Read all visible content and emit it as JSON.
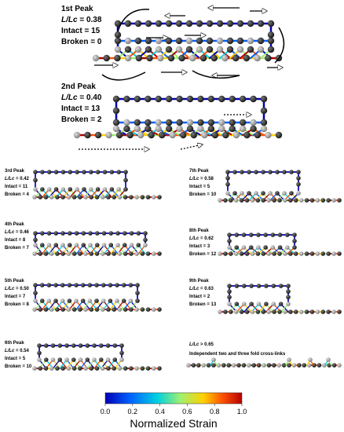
{
  "panels": [
    {
      "id": "p1",
      "title": "1st Peak",
      "ratio_label": "L/Lc",
      "ratio": "0.38",
      "intact": "15",
      "broken": "0"
    },
    {
      "id": "p2",
      "title": "2nd Peak",
      "ratio_label": "L/Lc",
      "ratio": "0.40",
      "intact": "13",
      "broken": "2"
    },
    {
      "id": "p3",
      "title": "3rd Peak",
      "ratio_label": "L/Lc",
      "ratio": "0.42",
      "intact": "11",
      "broken": "4"
    },
    {
      "id": "p4",
      "title": "4th Peak",
      "ratio_label": "L/Lc",
      "ratio": "0.46",
      "intact": "8",
      "broken": "7"
    },
    {
      "id": "p5",
      "title": "5th Peak",
      "ratio_label": "L/Lc",
      "ratio": "0.50",
      "intact": "7",
      "broken": "8"
    },
    {
      "id": "p6",
      "title": "6th Peak",
      "ratio_label": "L/Lc",
      "ratio": "0.54",
      "intact": "5",
      "broken": "10"
    },
    {
      "id": "p7",
      "title": "7th Peak",
      "ratio_label": "L/Lc",
      "ratio": "0.58",
      "intact": "5",
      "broken": "10"
    },
    {
      "id": "p8",
      "title": "8th Peak",
      "ratio_label": "L/Lc",
      "ratio": "0.62",
      "intact": "3",
      "broken": "12"
    },
    {
      "id": "p9",
      "title": "9th Peak",
      "ratio_label": "L/Lc",
      "ratio": "0.63",
      "intact": "2",
      "broken": "13"
    }
  ],
  "final_panel": {
    "ratio_label": "L/Lc",
    "ratio_text": "> 0.65",
    "caption": "Independent two and three fold cross-links"
  },
  "labels": {
    "intact": "Intact = ",
    "broken": "Broken = ",
    "eq": " = "
  },
  "colorbar": {
    "title": "Normalized Strain",
    "ticks": [
      "0.0",
      "0.2",
      "0.4",
      "0.6",
      "0.8",
      "1.0"
    ],
    "colors": [
      "#0000b4",
      "#0060ff",
      "#00d0e0",
      "#a0f070",
      "#ffd000",
      "#ff5000",
      "#b40000"
    ]
  },
  "colors": {
    "bead": "#222222",
    "gray_bead": "#9a9a9a",
    "backbone": "#c03020",
    "loop": "#2233aa"
  }
}
